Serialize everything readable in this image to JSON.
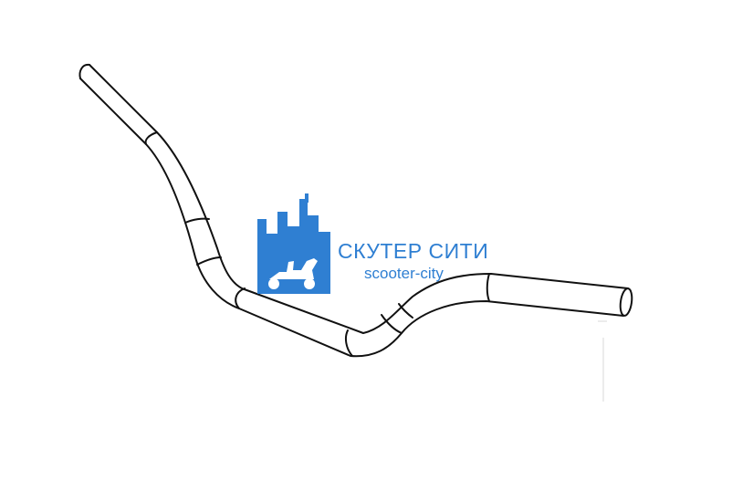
{
  "watermark": {
    "title": "СКУТЕР СИТИ",
    "subtitle": "scooter-city",
    "logo_icon": "city-skyline-scooter-icon",
    "color": "#2f7fd2"
  },
  "drawing": {
    "subject": "handlebar-line-drawing",
    "stroke_color": "#111111"
  }
}
